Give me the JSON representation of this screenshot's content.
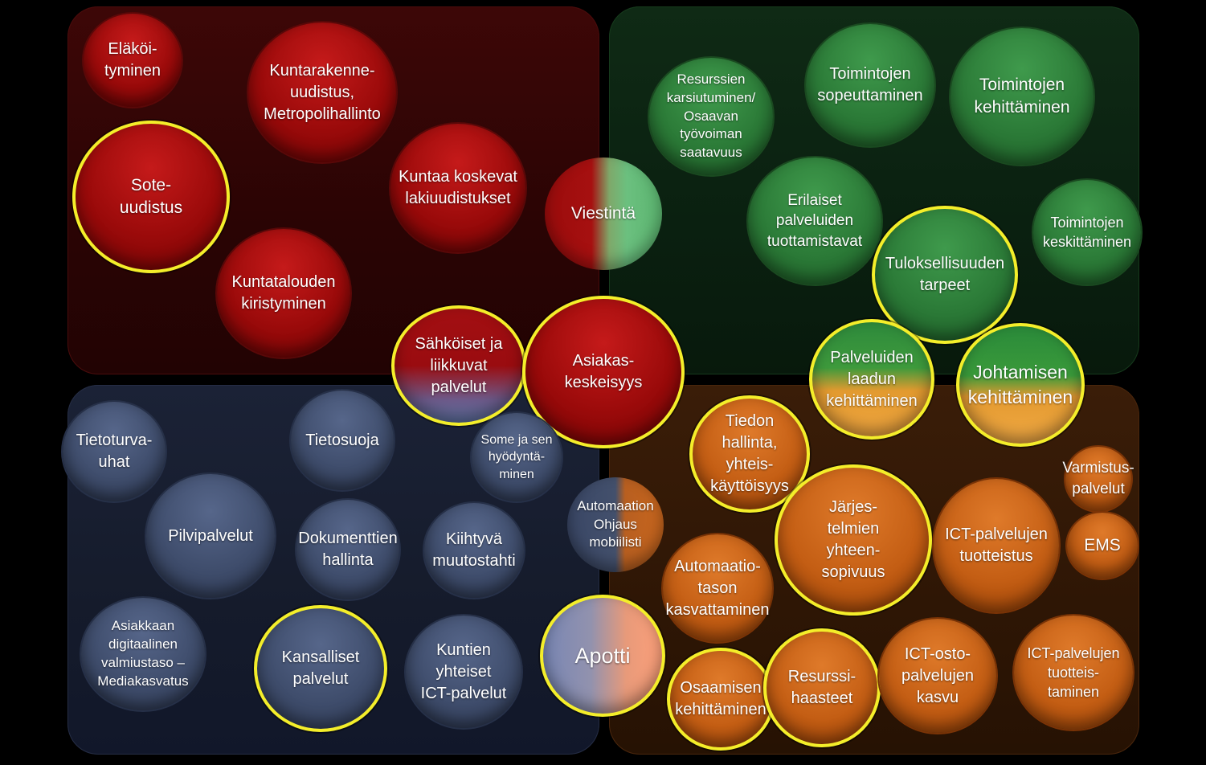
{
  "colors": {
    "red_quadrant": "#2a0404",
    "green_quadrant": "#0a2010",
    "blue_quadrant": "#151b2b",
    "orange_quadrant": "#2e1605",
    "highlight_ring": "#f4ee2a"
  },
  "bubbles": {
    "elakoityminen": "Eläköi-\ntyminen",
    "kuntarakenne": "Kuntarakenne-\nuudistus,\nMetropolihallinto",
    "sote": "Sote-\nuudistus",
    "kuntaa_koskevat": "Kuntaa koskevat\nlakiuudistukset",
    "viestinta": "Viestintä",
    "kuntatalouden": "Kuntatalouden\nkiristyminen",
    "sahkoiset": "Sähköiset ja\nliikkuvat\npalvelut",
    "asiakaskeskeisyys": "Asiakas-\nkeskeisyys",
    "resurssien": "Resurssien\nkarsiutuminen/\nOsaavan\ntyövoiman\nsaatavuus",
    "toimintojen_sopeuttaminen": "Toimintojen\nsopeuttaminen",
    "toimintojen_kehittaminen": "Toimintojen\nkehittäminen",
    "erilaiset": "Erilaiset\npalveluiden\ntuottamistavat",
    "tuloksellisuuden": "Tuloksellisuuden\ntarpeet",
    "toimintojen_keskittaminen": "Toimintojen\nkeskittäminen",
    "palveluiden_laadun": "Palveluiden\nlaadun\nkehittäminen",
    "johtamisen": "Johtamisen\nkehittäminen",
    "tietoturvauhat": "Tietoturva-\nuhat",
    "tietosuoja": "Tietosuoja",
    "some": "Some ja sen\nhyödyntä-\nminen",
    "pilvipalvelut": "Pilvipalvelut",
    "dokumenttien": "Dokumenttien\nhallinta",
    "kiihtyva": "Kiihtyvä\nmuutostahti",
    "automaation_ohjaus": "Automaation\nOhjaus\nmobiilisti",
    "asiakkaan": "Asiakkaan\ndigitaalinen\nvalmiustaso –\nMediakasvatus",
    "kansalliset": "Kansalliset\npalvelut",
    "kuntien": "Kuntien yhteiset\nICT-palvelut",
    "apotti": "Apotti",
    "tiedon_hallinta": "Tiedon hallinta,\nyhteis-\nkäyttöisyys",
    "varmistus": "Varmistus-\npalvelut",
    "jarjestelmien": "Järjes-\ntelmien\nyhteen-\nsopivuus",
    "ict_tuotteistus": "ICT-palvelujen\ntuotteistus",
    "ems": "EMS",
    "automaatiotason": "Automaatio-\ntason\nkasvattaminen",
    "osaamisen": "Osaamisen\nkehittäminen",
    "resurssihaasteet": "Resurssi-\nhaasteet",
    "ict_osto": "ICT-osto-\npalvelujen\nkasvu",
    "ict_tuotteistaminen": "ICT-palvelujen\ntuotteis-\ntaminen"
  }
}
